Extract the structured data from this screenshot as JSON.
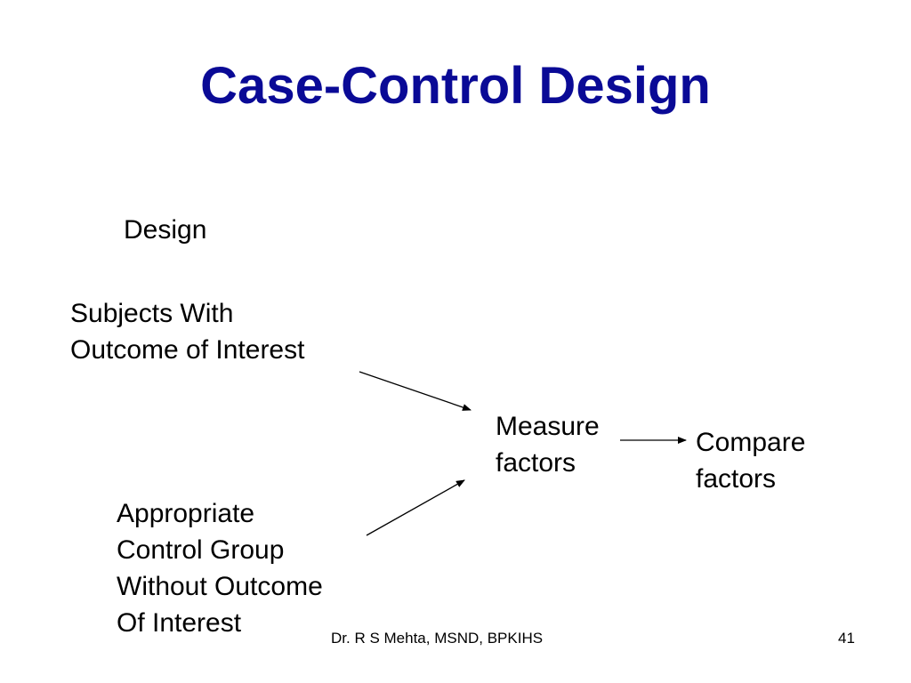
{
  "slide": {
    "title": "Case-Control Design",
    "section_label": "Design",
    "cases_lines": [
      "Subjects With",
      "Outcome of Interest"
    ],
    "controls_lines": [
      "Appropriate",
      "Control Group",
      "Without Outcome",
      "Of Interest"
    ],
    "measure_lines": [
      "Measure",
      "factors"
    ],
    "compare_lines": [
      "Compare",
      "factors"
    ],
    "footer_author": "Dr. R S Mehta, MSND, BPKIHS",
    "page_number": "41"
  },
  "colors": {
    "title": "#0a0a96",
    "text": "#000000",
    "background": "#ffffff"
  }
}
